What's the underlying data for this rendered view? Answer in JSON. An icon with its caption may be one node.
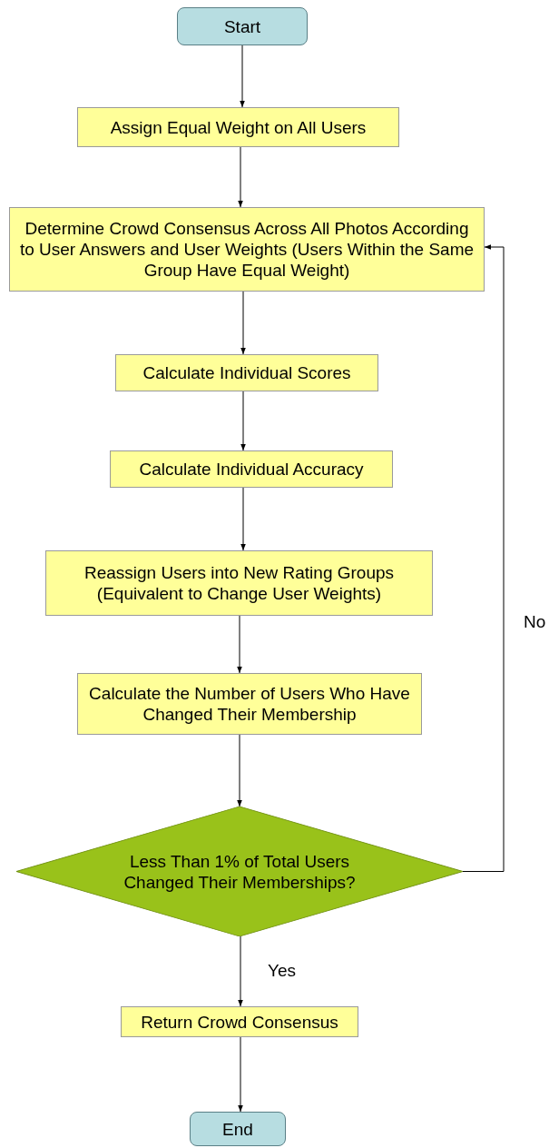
{
  "diagram": {
    "nodes": [
      {
        "text": [
          "Start"
        ]
      },
      {
        "text": [
          "Assign Equal Weight on All Users"
        ]
      },
      {
        "text": [
          "Determine Crowd Consensus Across All Photos According to User Answers and User Weights (Users Within the Same Group Have Equal Weight)"
        ]
      },
      {
        "text": [
          "Calculate Individual Scores"
        ]
      },
      {
        "text": [
          "Calculate Individual Accuracy"
        ]
      },
      {
        "text": [
          "Reassign Users into New Rating Groups (Equivalent to Change User Weights)"
        ]
      },
      {
        "text": [
          "Calculate the Number of Users Who Have Changed Their Membership"
        ]
      },
      {
        "text": [
          "Less Than 1% of Total Users Changed Their Memberships?"
        ]
      },
      {
        "text": [
          "Return Crowd Consensus"
        ]
      },
      {
        "text": [
          "End"
        ]
      }
    ],
    "edges": [
      {
        "from": 0,
        "to": 1,
        "arrow": "to"
      },
      {
        "from": 1,
        "to": 2,
        "arrow": "to"
      },
      {
        "from": 2,
        "to": 3,
        "arrow": "to"
      },
      {
        "from": 3,
        "to": 4,
        "arrow": "to"
      },
      {
        "from": 4,
        "to": 5,
        "arrow": "to"
      },
      {
        "from": 5,
        "to": 6,
        "arrow": "to"
      },
      {
        "from": 6,
        "to": 7,
        "arrow": "to"
      },
      {
        "from": 7,
        "to": 2,
        "arrow": "to",
        "label": "No"
      },
      {
        "from": 7,
        "to": 8,
        "arrow": "to",
        "label": "Yes"
      },
      {
        "from": 8,
        "to": 9,
        "arrow": "to"
      }
    ]
  }
}
